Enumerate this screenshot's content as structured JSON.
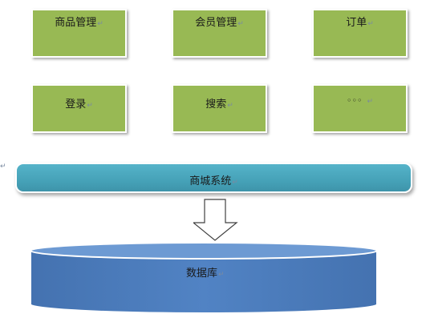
{
  "modules": [
    {
      "label": "商品管理"
    },
    {
      "label": "会员管理"
    },
    {
      "label": "订单"
    },
    {
      "label": "登录"
    },
    {
      "label": "搜索"
    },
    {
      "label": "◦◦◦"
    }
  ],
  "paragraph_mark": "↵",
  "platform": {
    "label": "商城系统"
  },
  "database": {
    "label": "数据库"
  },
  "colors": {
    "module_fill": "#98b954",
    "platform_fill": "#4aa6bc",
    "database_fill": "#4f81bd",
    "database_top": "#5f8fcc"
  }
}
